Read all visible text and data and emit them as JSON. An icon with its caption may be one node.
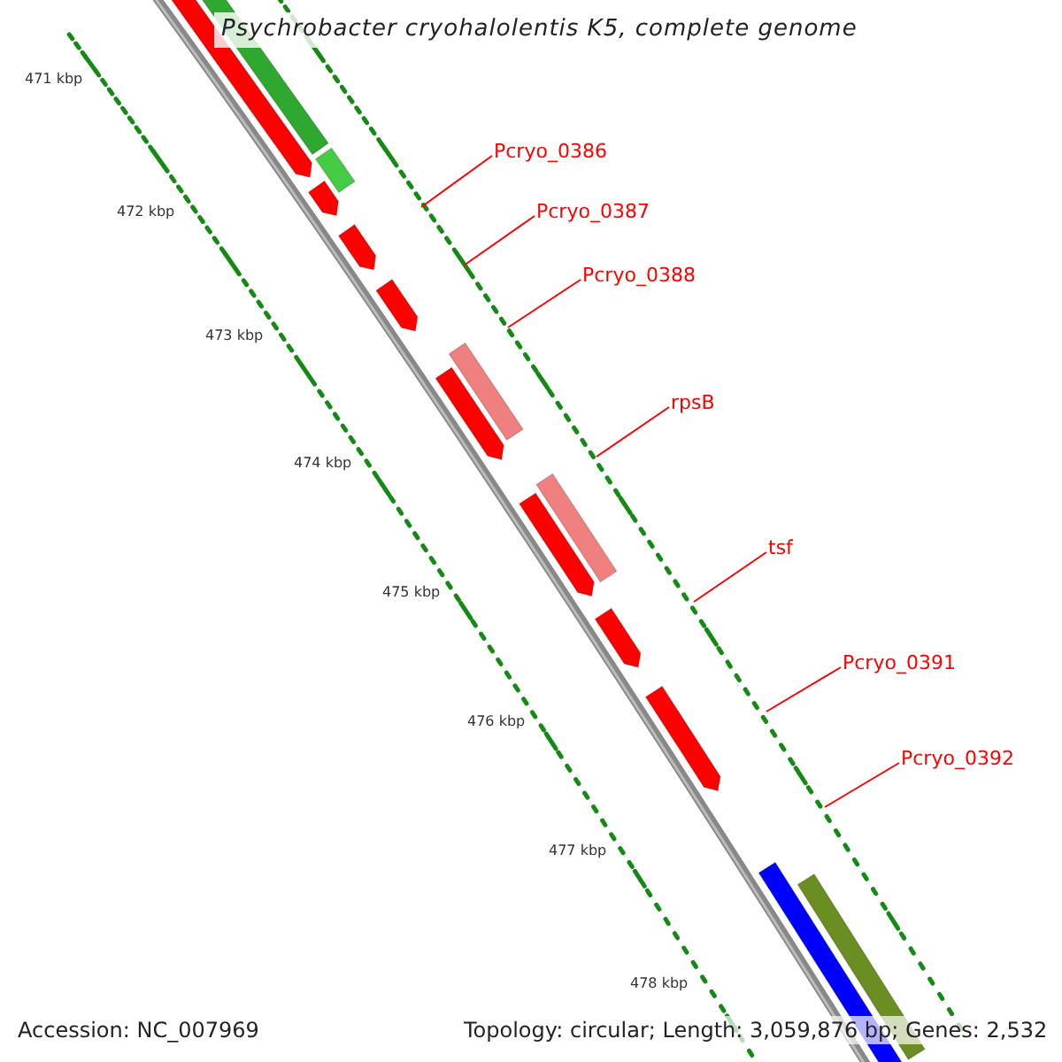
{
  "diagram": {
    "title": "Psychrobacter cryohalolentis K5, complete genome",
    "nodes": [
      {
        "text": [
          "Pcryo_0386"
        ]
      },
      {
        "text": [
          "Pcryo_0387"
        ]
      },
      {
        "text": [
          "Pcryo_0388"
        ]
      },
      {
        "text": [
          "rpsB"
        ]
      },
      {
        "text": [
          "tsf"
        ]
      },
      {
        "text": [
          "Pcryo_0391"
        ]
      },
      {
        "text": [
          "Pcryo_0392"
        ]
      }
    ],
    "edges": [
      {
        "from": 0,
        "to": null,
        "arrow": "none"
      },
      {
        "from": 1,
        "to": null,
        "arrow": "none"
      },
      {
        "from": 2,
        "to": null,
        "arrow": "none"
      },
      {
        "from": 3,
        "to": null,
        "arrow": "none"
      },
      {
        "from": 4,
        "to": null,
        "arrow": "none"
      },
      {
        "from": 5,
        "to": null,
        "arrow": "none"
      },
      {
        "from": 6,
        "to": null,
        "arrow": "none"
      }
    ],
    "labels": [
      "471 kbp",
      "472 kbp",
      "473 kbp",
      "474 kbp",
      "475 kbp",
      "476 kbp",
      "477 kbp",
      "478 kbp",
      "Accession: NC_007969",
      "Topology: circular; Length: 3,059,876 bp; Genes: 2,532"
    ]
  }
}
